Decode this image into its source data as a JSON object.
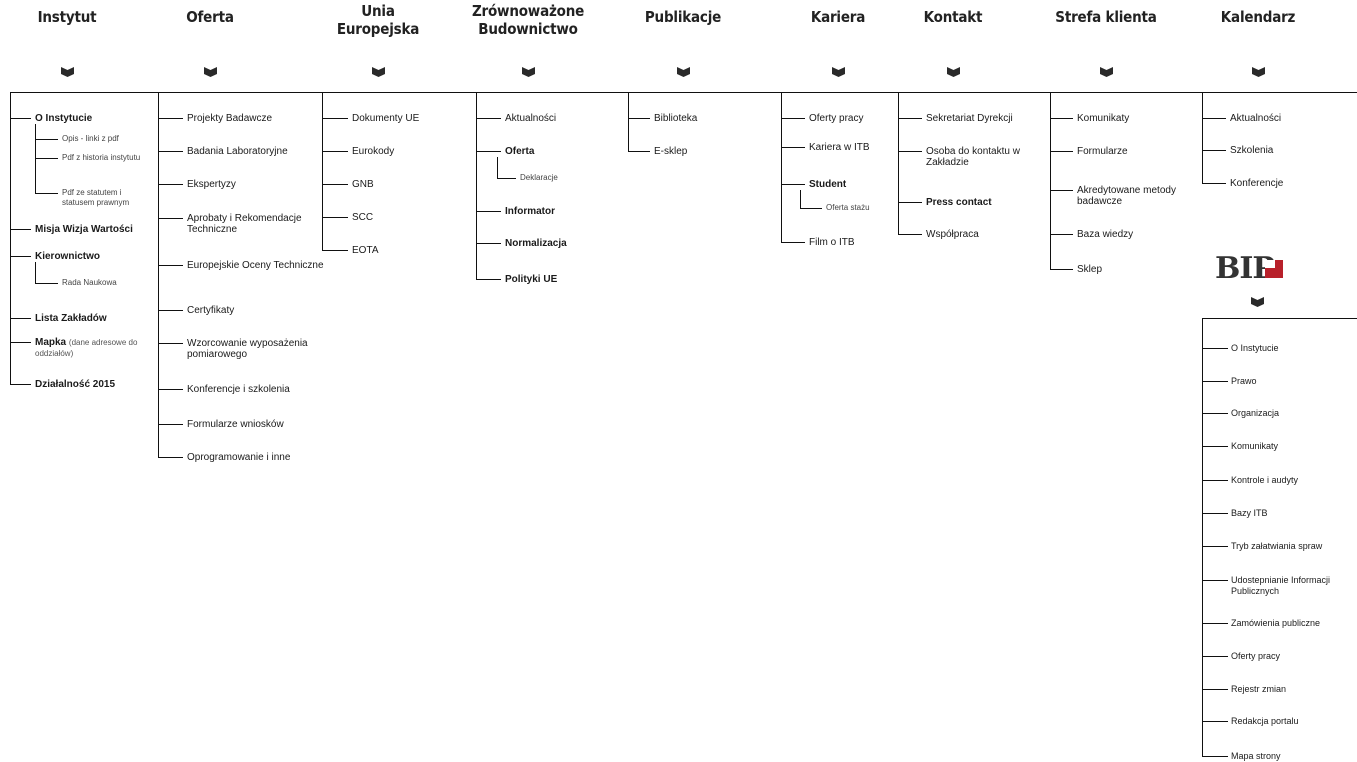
{
  "columns": [
    {
      "id": "instytut",
      "label": "Instytut",
      "items": [
        {
          "label": "O Instytucie",
          "bold": true,
          "children": [
            {
              "label": "Opis - linki z pdf"
            },
            {
              "label": "Pdf z historia instytutu"
            },
            {
              "label": "Pdf ze statutem i statusem prawnym"
            }
          ]
        },
        {
          "label": "Misja Wizja Wartości",
          "bold": true
        },
        {
          "label": "Kierownictwo",
          "bold": true,
          "children": [
            {
              "label": "Rada Naukowa"
            }
          ]
        },
        {
          "label": "Lista Zakładów",
          "bold": true
        },
        {
          "label": "Mapka",
          "note": "(dane adresowe do oddziałów)",
          "bold": true
        },
        {
          "label": "Działalność 2015",
          "bold": true
        }
      ]
    },
    {
      "id": "oferta",
      "label": "Oferta",
      "items": [
        {
          "label": "Projekty Badawcze"
        },
        {
          "label": "Badania Laboratoryjne"
        },
        {
          "label": "Ekspertyzy"
        },
        {
          "label": "Aprobaty i Rekomendacje Techniczne"
        },
        {
          "label": "Europejskie Oceny Techniczne"
        },
        {
          "label": "Certyfikaty"
        },
        {
          "label": "Wzorcowanie wyposażenia pomiarowego"
        },
        {
          "label": "Konferencje i szkolenia"
        },
        {
          "label": "Formularze wniosków"
        },
        {
          "label": "Oprogramowanie i inne"
        }
      ]
    },
    {
      "id": "ue",
      "label": "Unia Europejska",
      "items": [
        {
          "label": "Dokumenty UE"
        },
        {
          "label": "Eurokody"
        },
        {
          "label": "GNB"
        },
        {
          "label": "SCC"
        },
        {
          "label": "EOTA"
        }
      ]
    },
    {
      "id": "zb",
      "label": "Zrównoważone Budownictwo",
      "items": [
        {
          "label": "Aktualności"
        },
        {
          "label": "Oferta",
          "children": [
            {
              "label": "Deklaracje"
            }
          ]
        },
        {
          "label": "Informator"
        },
        {
          "label": "Normalizacja"
        },
        {
          "label": "Polityki UE"
        }
      ]
    },
    {
      "id": "publikacje",
      "label": "Publikacje",
      "items": [
        {
          "label": "Biblioteka"
        },
        {
          "label": "E-sklep"
        }
      ]
    },
    {
      "id": "kariera",
      "label": "Kariera",
      "items": [
        {
          "label": "Oferty pracy"
        },
        {
          "label": "Kariera w ITB"
        },
        {
          "label": "Student",
          "children": [
            {
              "label": "Oferta stażu"
            }
          ]
        },
        {
          "label": "Film o ITB"
        }
      ]
    },
    {
      "id": "kontakt",
      "label": "Kontakt",
      "items": [
        {
          "label": "Sekretariat Dyrekcji"
        },
        {
          "label": "Osoba do kontaktu w Zakładzie"
        },
        {
          "label": "Press contact"
        },
        {
          "label": "Współpraca"
        }
      ]
    },
    {
      "id": "strefa",
      "label": "Strefa klienta",
      "items": [
        {
          "label": "Komunikaty"
        },
        {
          "label": "Formularze"
        },
        {
          "label": "Akredytowane metody badawcze"
        },
        {
          "label": "Baza wiedzy"
        },
        {
          "label": "Sklep"
        }
      ]
    },
    {
      "id": "kalendarz",
      "label": "Kalendarz",
      "items": [
        {
          "label": "Aktualności"
        },
        {
          "label": "Szkolenia"
        },
        {
          "label": "Konferencje"
        }
      ]
    }
  ],
  "bip": {
    "logo_text": "BIP",
    "items": [
      {
        "label": "O Instytucie"
      },
      {
        "label": "Prawo"
      },
      {
        "label": "Organizacja"
      },
      {
        "label": "Komunikaty"
      },
      {
        "label": "Kontrole i audyty"
      },
      {
        "label": "Bazy ITB"
      },
      {
        "label": "Tryb załatwiania spraw"
      },
      {
        "label": "Udostepnianie Informacji Publicznych"
      },
      {
        "label": "Zamówienia publiczne"
      },
      {
        "label": "Oferty pracy"
      },
      {
        "label": "Rejestr zmian"
      },
      {
        "label": "Redakcja portalu"
      },
      {
        "label": "Mapa strony"
      }
    ]
  },
  "colors": {
    "line": "#111111",
    "text": "#1a1a1a",
    "logo_red": "#b8202a",
    "logo_text": "#333333"
  }
}
